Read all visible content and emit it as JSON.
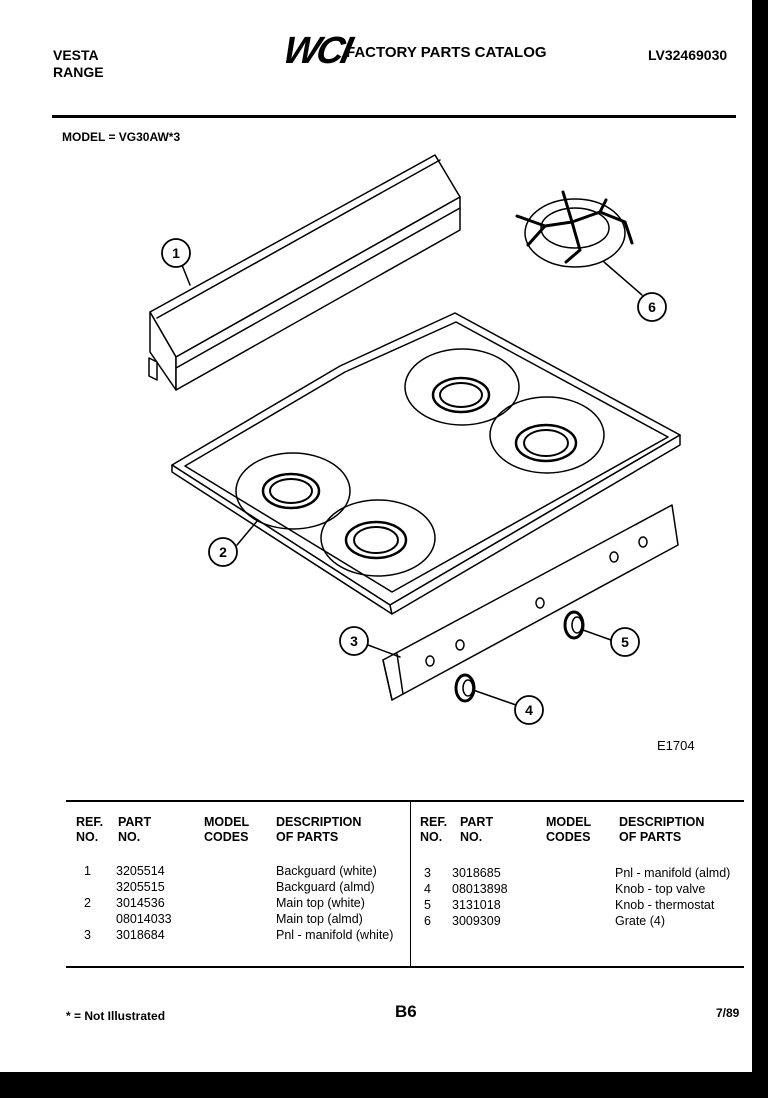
{
  "header": {
    "brand": "VESTA",
    "product": "RANGE",
    "logo_text": "WCI",
    "catalog_title": "FACTORY PARTS CATALOG",
    "catalog_number": "LV32469030",
    "model_line": "MODEL = VG30AW*3"
  },
  "diagram": {
    "callouts": [
      "1",
      "2",
      "3",
      "4",
      "5",
      "6"
    ],
    "figure_id": "E1704"
  },
  "table": {
    "headers": {
      "ref_1": "REF.",
      "ref_2": "NO.",
      "part_1": "PART",
      "part_2": "NO.",
      "model_1": "MODEL",
      "model_2": "CODES",
      "desc_1": "DESCRIPTION",
      "desc_2": "OF PARTS"
    },
    "left_rows": [
      {
        "ref": "1",
        "part": "3205514",
        "desc": "Backguard (white)"
      },
      {
        "ref": "",
        "part": "3205515",
        "desc": "Backguard (almd)"
      },
      {
        "ref": "2",
        "part": "3014536",
        "desc": "Main top (white)"
      },
      {
        "ref": "",
        "part": "08014033",
        "desc": "Main top (almd)"
      },
      {
        "ref": "3",
        "part": "3018684",
        "desc": "Pnl - manifold (white)"
      }
    ],
    "right_rows": [
      {
        "ref": "3",
        "part": "3018685",
        "desc": "Pnl - manifold (almd)"
      },
      {
        "ref": "4",
        "part": "08013898",
        "desc": "Knob - top valve"
      },
      {
        "ref": "5",
        "part": "3131018",
        "desc": "Knob - thermostat"
      },
      {
        "ref": "6",
        "part": "3009309",
        "desc": "Grate (4)"
      }
    ]
  },
  "footer": {
    "note": "* = Not Illustrated",
    "page": "B6",
    "date": "7/89"
  }
}
